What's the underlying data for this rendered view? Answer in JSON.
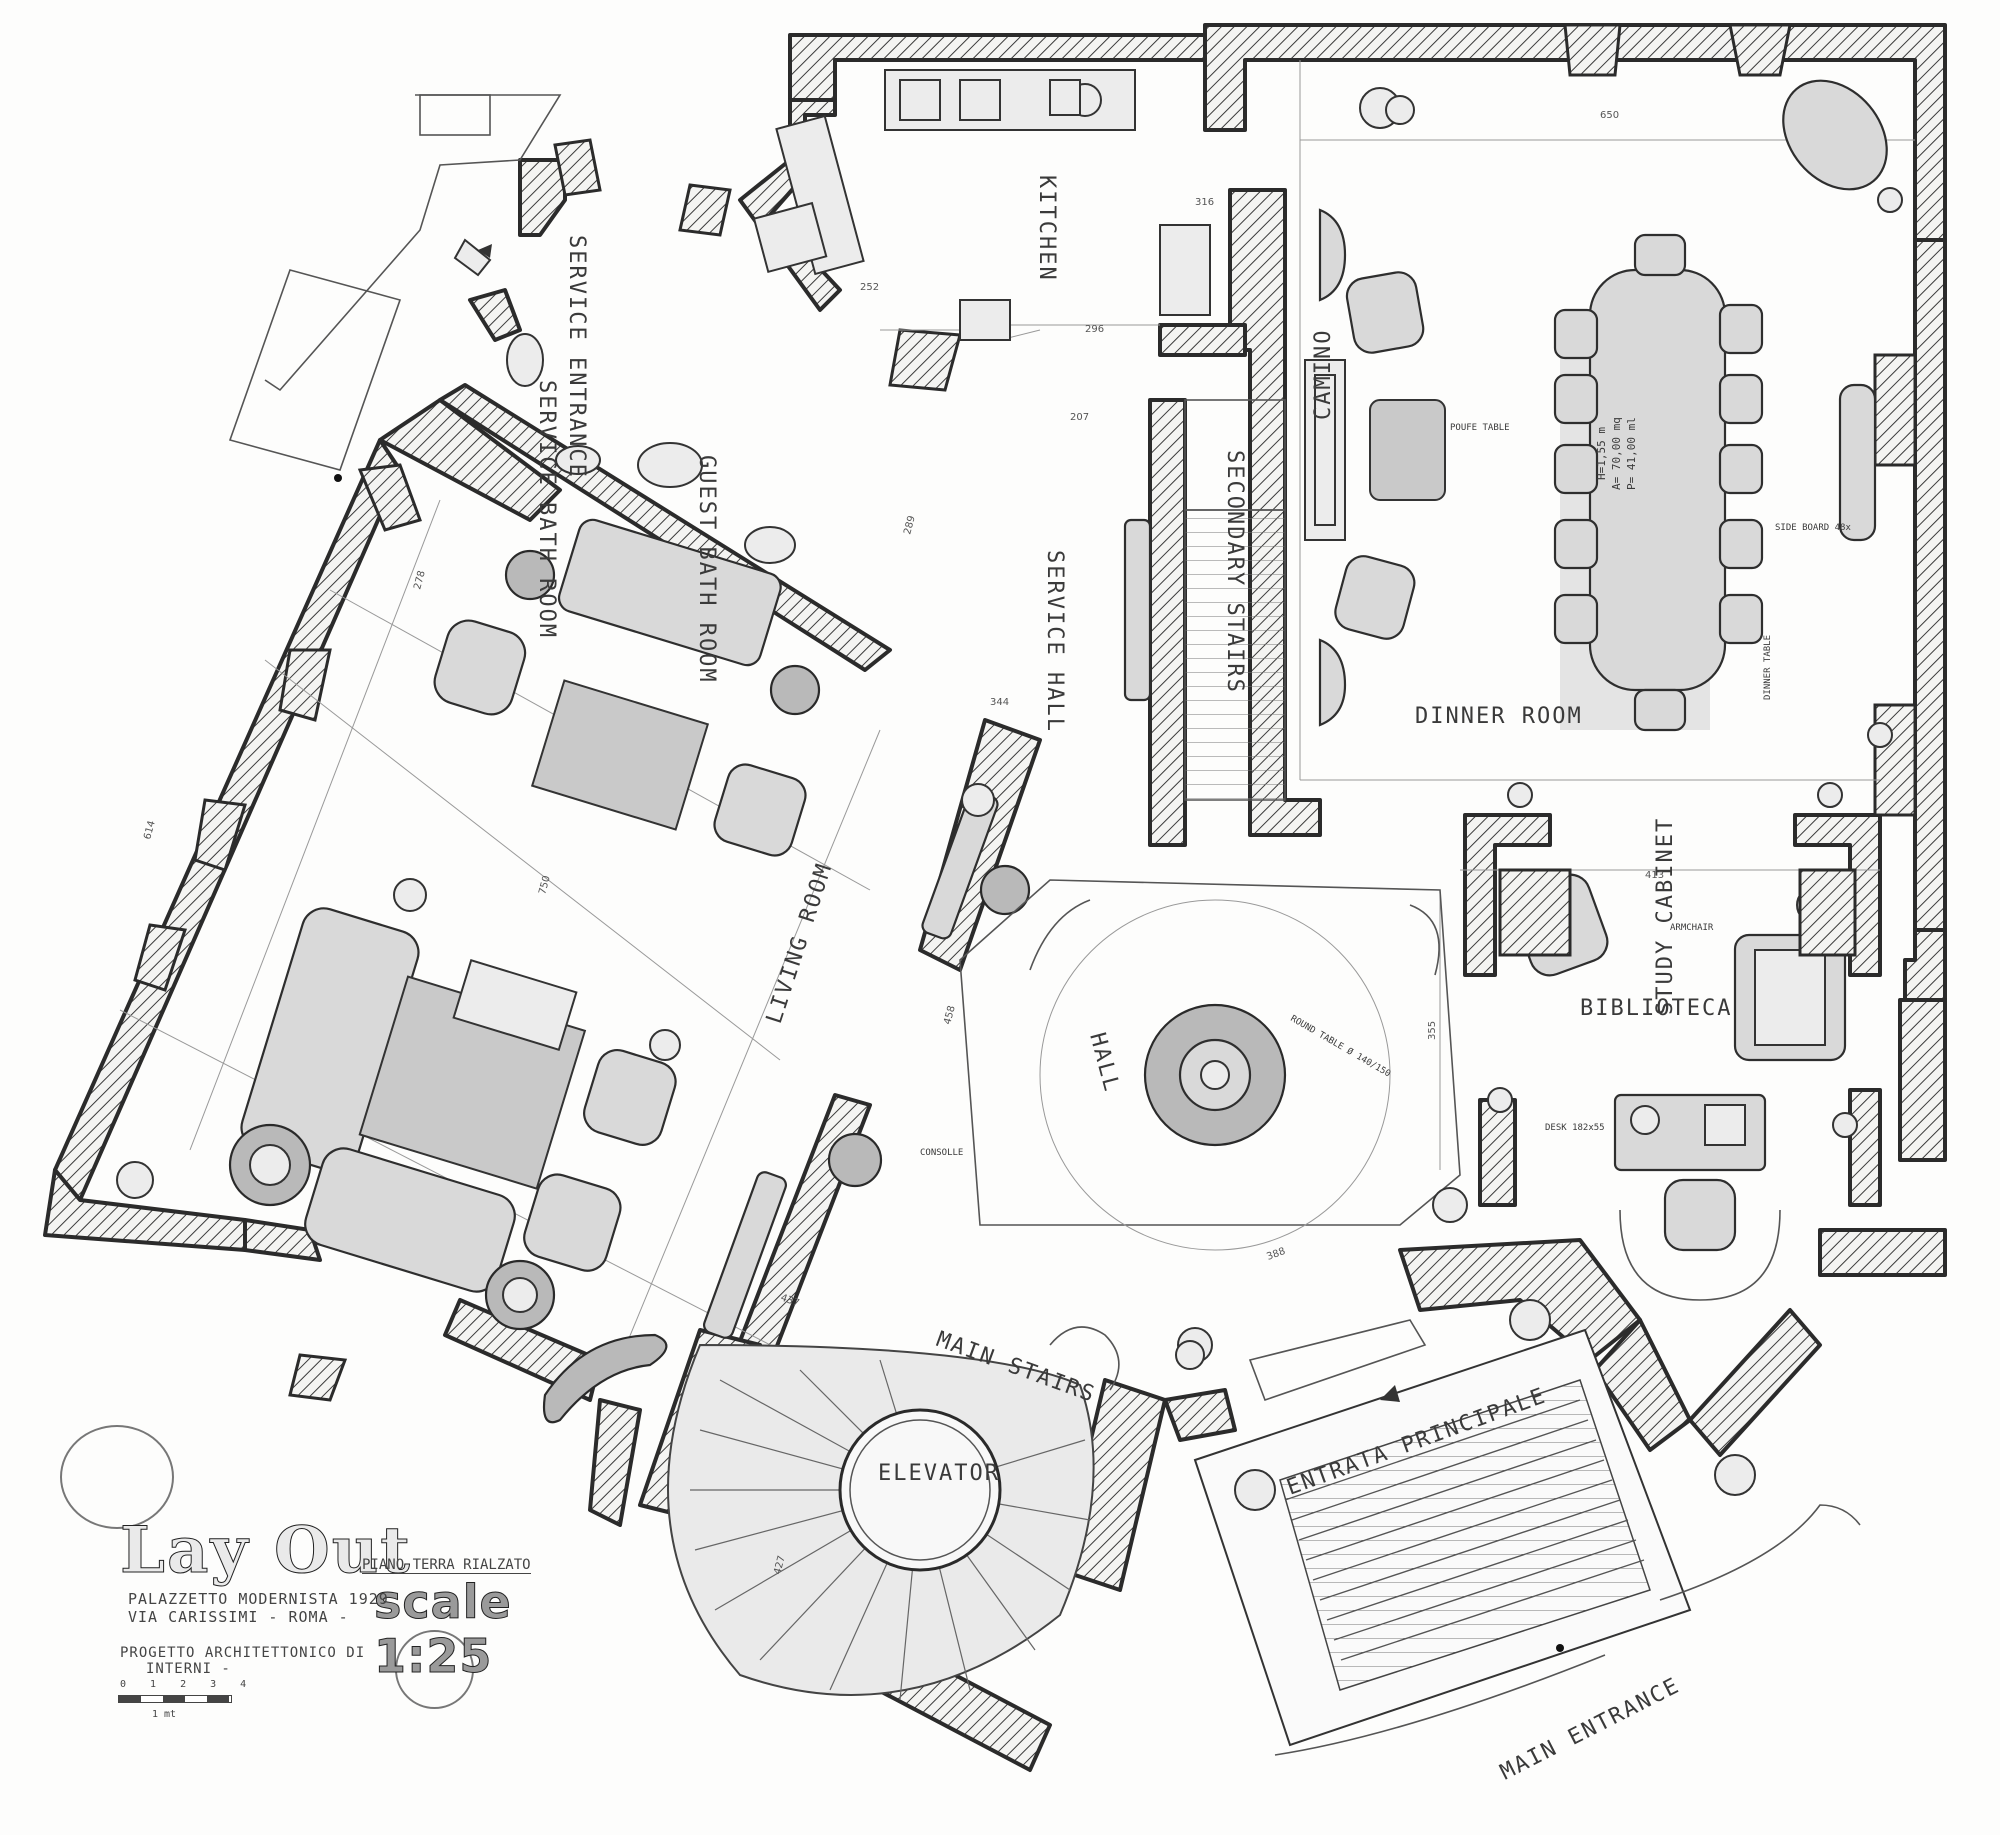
{
  "drawing": {
    "title": "Lay Out",
    "floor": "PIANO TERRA RIALZATO",
    "scale": "scale 1:25",
    "building": "PALAZZETTO MODERNISTA 1929",
    "address": "VIA CARISSIMI - ROMA -",
    "project_line1": "PROGETTO ARCHITETTONICO DI",
    "project_line2": "INTERNI -",
    "scale_bar_ticks": "0 1 2 3 4",
    "scale_bar_unit": "1 mt"
  },
  "rooms": {
    "kitchen": "KITCHEN",
    "service_entrance": "SERVICE ENTRANCE",
    "service_bathroom": "SERVICE BATH ROOM",
    "guest_bathroom": "GUEST BATH ROOM",
    "service_hall": "SERVICE HALL",
    "secondary_stairs": "SECONDARY STAIRS",
    "camino": "CAMINO",
    "dinner_room": "DINNER ROOM",
    "living_room": "LIVING ROOM",
    "hall": "HALL",
    "study": "STUDY CABINET",
    "biblioteca": "BIBLIOTECA",
    "main_stairs": "MAIN STAIRS",
    "elevator": "ELEVATOR",
    "entrata": "ENTRATA PRINCIPALE",
    "main_entrance": "MAIN ENTRANCE"
  },
  "annotations": {
    "table_dims_h": "H=1,55 m",
    "table_area": "A= 70,00 mq",
    "table_perim": "P= 41,00 ml",
    "dinner_table": "DINNER TABLE",
    "side_board": "SIDE BOARD 48x",
    "round_table": "ROUND TABLE Ø 140/150",
    "desk": "DESK 182x55",
    "console": "CONSOLLE",
    "armchair": "ARMCHAIR",
    "pouf_table": "POUFE TABLE",
    "dim_296": "296",
    "dim_413": "413",
    "dim_650": "650",
    "dim_750": "750",
    "dim_614": "614",
    "dim_458": "458",
    "dim_437": "437",
    "dim_278": "278",
    "dim_289": "289",
    "dim_207": "207",
    "dim_316": "316",
    "dim_252": "252",
    "dim_355": "355",
    "dim_344": "344",
    "dim_427": "427",
    "dim_388": "388"
  }
}
